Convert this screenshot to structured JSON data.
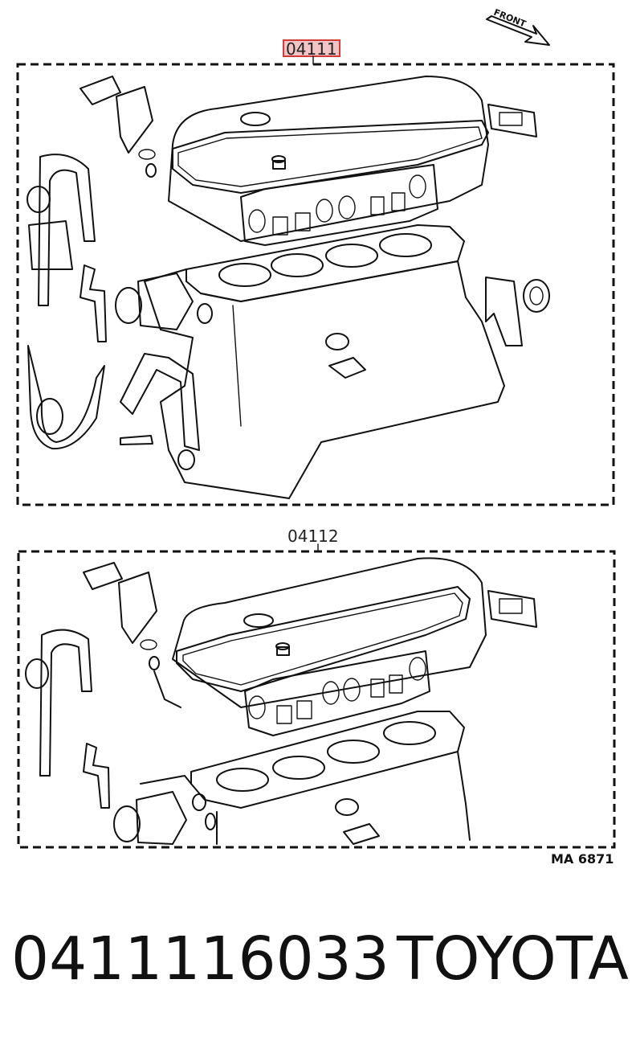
{
  "diagram": {
    "top_kit_label": "04111",
    "bottom_kit_label": "04112",
    "front_label": "FRONT",
    "drawing_code": "MA 6871"
  },
  "caption": {
    "part_number": "0411116033",
    "brand": "TOYOTA"
  },
  "colors": {
    "highlight_fill": "#f3c4c4",
    "highlight_stroke": "#d33b3b",
    "line": "#111111"
  }
}
